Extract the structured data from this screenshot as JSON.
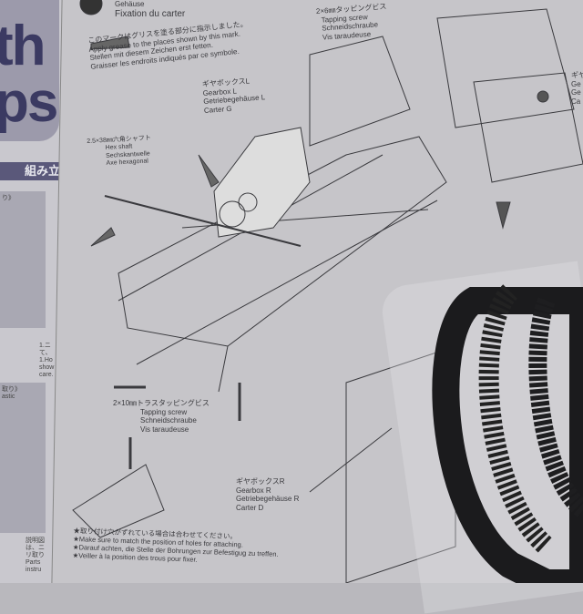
{
  "left_page": {
    "title_line1": "th",
    "title_line2": "ps",
    "section_bar": "組み立",
    "panel1_label": "り》",
    "panel2_label": "取り》",
    "panel2_sub": "astic",
    "note1": [
      "1.ニ",
      "て、",
      "1.Ho",
      "show",
      "care."
    ],
    "note2": [
      "説明図",
      "は、ニ",
      "リ取り",
      "Parts",
      "instru"
    ]
  },
  "step": {
    "header_partial": "Gehäuse",
    "header_fr": "Fixation du carter"
  },
  "grease_note": {
    "jp": "このマークはグリスを塗る部分に指示しました。",
    "en": "Apply grease to the places shown by this mark.",
    "de": "Stellen mit diesem Zeichen erst fetten.",
    "fr": "Graisser les endroits indiqués par ce symbole."
  },
  "gearbox_l": {
    "jp": "ギヤボックスL",
    "en": "Gearbox L",
    "de": "Getriebegehäuse L",
    "fr": "Carter G"
  },
  "hex_shaft": {
    "jp": "2.5×38㎜六角シャフト",
    "en": "Hex shaft",
    "de": "Sechskantwelle",
    "fr": "Axe hexagonal"
  },
  "screw_6": {
    "jp": "2×6㎜タッピングビス",
    "en": "Tapping screw",
    "de": "Schneidschraube",
    "fr": "Vis taraudeuse"
  },
  "screw_10": {
    "jp": "2×10㎜トラスタッピングビス",
    "en": "Tapping screw",
    "de": "Schneidschraube",
    "fr": "Vis taraudeuse"
  },
  "gearbox_r": {
    "jp": "ギヤボックスR",
    "en": "Gearbox R",
    "de": "Getriebegehäuse R",
    "fr": "Carter D"
  },
  "right_label_partial": [
    "ギヤ",
    "Ge",
    "Ge",
    "Ca"
  ],
  "footnote": [
    "★取り付け穴がずれている場合は合わせてください。",
    "★Make sure to match the position of holes for attaching.",
    "★Darauf achten, die Stelle der Bohrungen zur Befestigug zu treffen.",
    "★Veiller à la position des trous pour fixer."
  ]
}
